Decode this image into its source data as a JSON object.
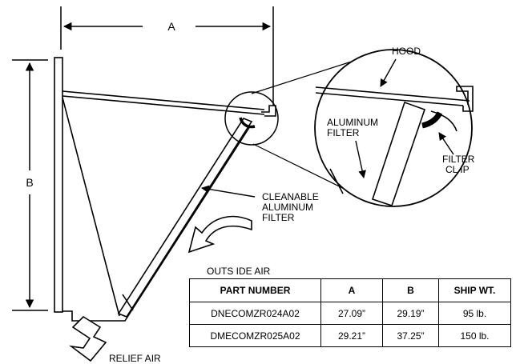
{
  "labels": {
    "dim_a": "A",
    "dim_b": "B",
    "hood": "HOOD",
    "aluminum_filter_line1": "ALUMINUM",
    "aluminum_filter_line2": "FILTER",
    "filter_clip_line1": "FILTER",
    "filter_clip_line2": "CL IP",
    "cleanable_line1": "CLEANABLE",
    "cleanable_line2": "ALUMINUM",
    "cleanable_line3": "FILTER",
    "outside_air": "OUTS IDE AIR",
    "relief_air": "RELIEF AIR"
  },
  "table": {
    "headers": [
      "PART NUMBER",
      "A",
      "B",
      "SHIP WT."
    ],
    "rows": [
      [
        "DNECOMZR024A02",
        "27.09”",
        "29.19”",
        "95 lb."
      ],
      [
        "DMECOMZR025A02",
        "29.21”",
        "37.25”",
        "150 lb."
      ]
    ]
  }
}
